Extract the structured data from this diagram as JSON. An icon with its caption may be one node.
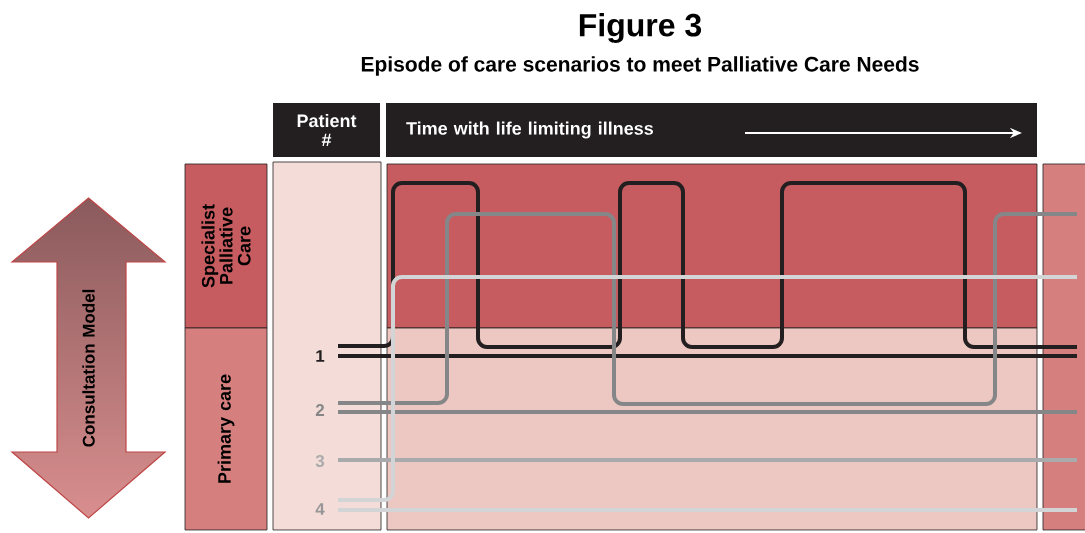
{
  "diagram": {
    "title": "Figure 3",
    "caption": "Episode of care scenarios to meet Palliative Care Needs",
    "nodes": [
      {
        "text": [
          "Patient #"
        ]
      },
      {
        "text": [
          "Time with life limiting illness"
        ]
      },
      {
        "text": [
          "Consultation Model"
        ]
      },
      {
        "text": [
          "Specialist Palliative Care"
        ]
      },
      {
        "text": [
          "Primary care"
        ]
      }
    ],
    "labels": [
      "1",
      "2",
      "3",
      "4"
    ]
  }
}
